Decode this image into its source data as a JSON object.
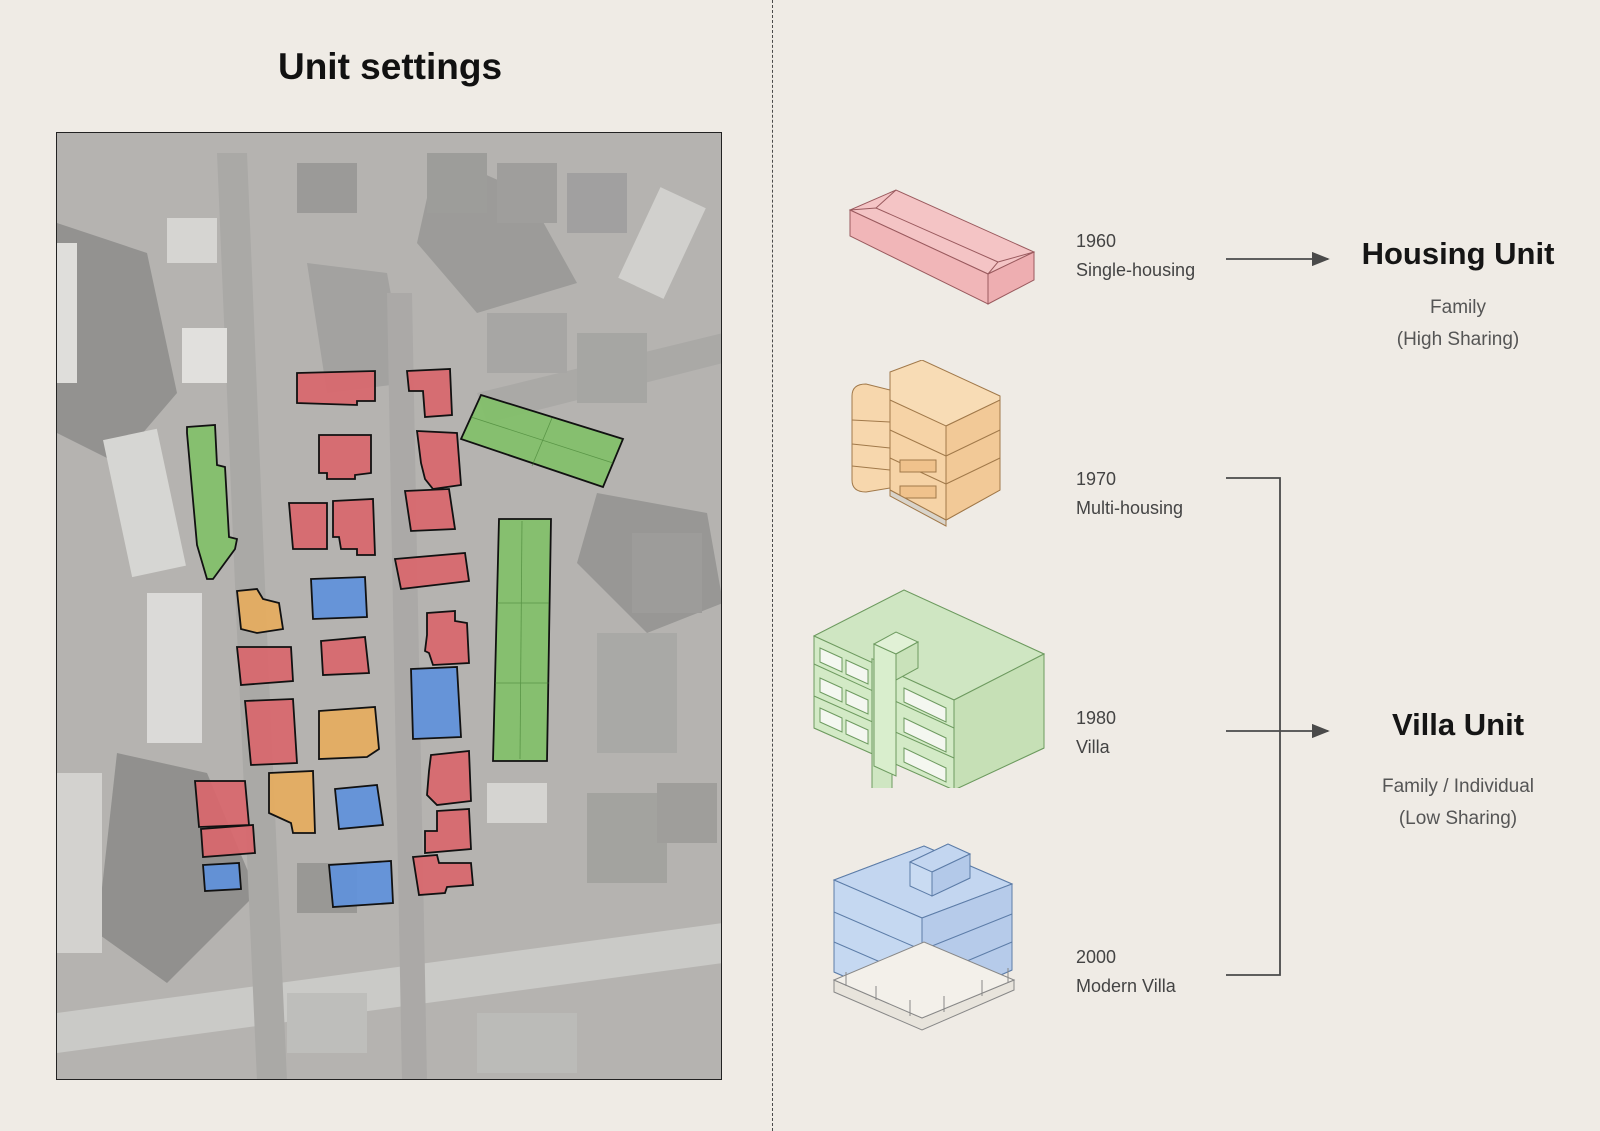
{
  "title": "Unit settings",
  "colors": {
    "background": "#efebe5",
    "single_housing": "#e88a8f",
    "multi_housing": "#efc48c",
    "villa": "#9fd18f",
    "modern_villa": "#8fb5ea"
  },
  "types": [
    {
      "year": "1960",
      "name": "Single-housing"
    },
    {
      "year": "1970",
      "name": "Multi-housing"
    },
    {
      "year": "1980",
      "name": "Villa"
    },
    {
      "year": "2000",
      "name": "Modern Villa"
    }
  ],
  "units": [
    {
      "title": "Housing Unit",
      "line1": "Family",
      "line2": "(High Sharing)"
    },
    {
      "title": "Villa Unit",
      "line1": "Family / Individual",
      "line2": "(Low Sharing)"
    }
  ]
}
